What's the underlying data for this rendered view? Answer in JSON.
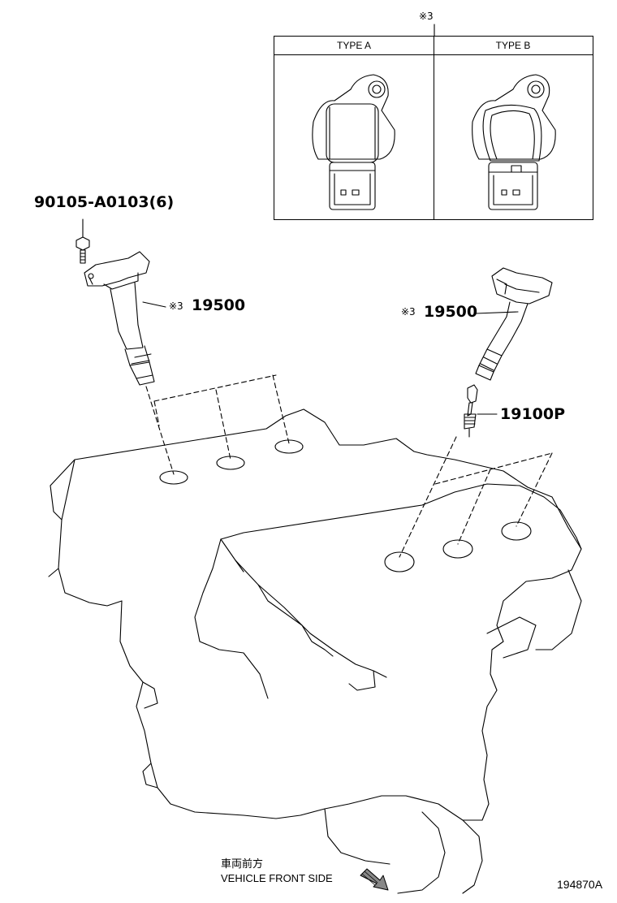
{
  "labels": {
    "note_mark": "※3",
    "bolt_part": "90105-A0103(6)",
    "coil_left_mark": "※3",
    "coil_left_part": "19500",
    "coil_right_mark": "※3",
    "coil_right_part": "19500",
    "spark_plug_part": "19100P",
    "front_jp": "車両前方",
    "front_en": "VEHICLE FRONT SIDE",
    "figure_id": "194870A"
  },
  "type_table": {
    "type_a": "TYPE A",
    "type_b": "TYPE B"
  }
}
